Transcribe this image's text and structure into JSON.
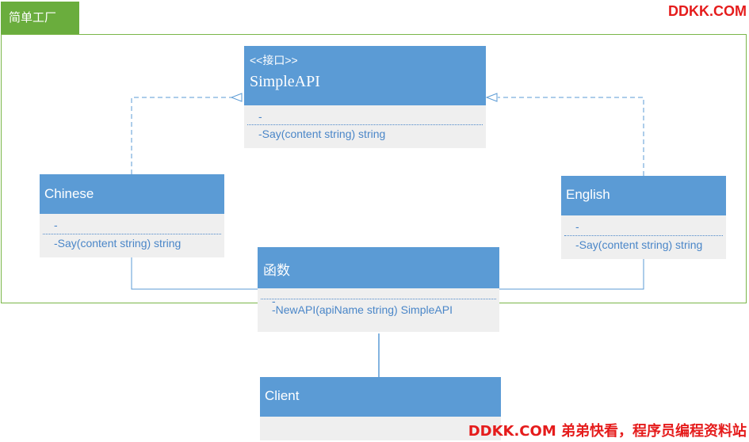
{
  "frame": {
    "title": "简单工厂"
  },
  "watermark": {
    "top": "DDKK.COM",
    "bottom": "DDKK.COM 弟弟快看，程序员编程资料站"
  },
  "classes": {
    "simpleapi": {
      "stereotype": "<<接口>>",
      "name": "SimpleAPI",
      "attribute": "-",
      "operation": "-Say(content string) string"
    },
    "chinese": {
      "name": "Chinese",
      "attribute": "-",
      "operation": "-Say(content string) string"
    },
    "english": {
      "name": "English",
      "attribute": "-",
      "operation": "-Say(content string) string"
    },
    "function": {
      "name": "函数",
      "attribute": "-",
      "operation": "-NewAPI(apiName string) SimpleAPI"
    },
    "client": {
      "name": "Client"
    }
  },
  "colors": {
    "header": "#5b9bd5",
    "body": "#efefef",
    "frame": "#7ab648",
    "tab": "#6aad3d",
    "watermark": "#e51c1c",
    "text": "#4a86c8"
  }
}
